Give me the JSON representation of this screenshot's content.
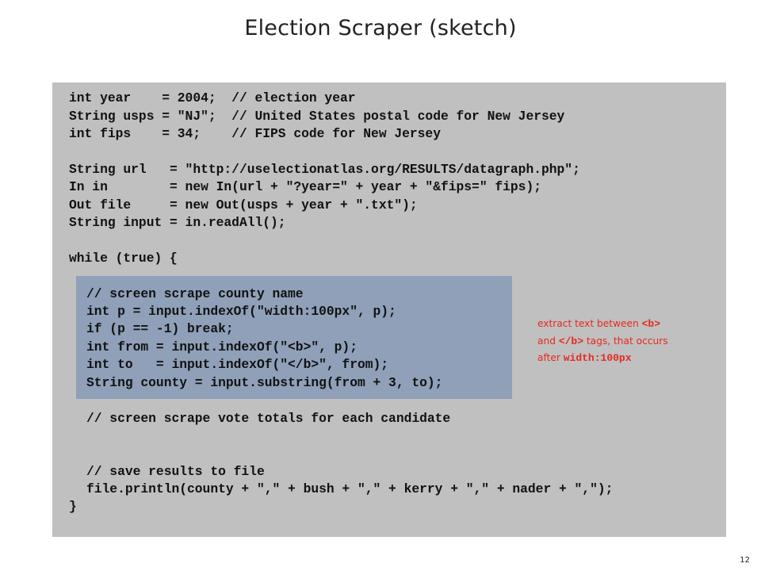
{
  "slide": {
    "title": "Election Scraper (sketch)",
    "page_number": "12"
  },
  "code": {
    "lines": [
      "int year    = 2004;  // election year",
      "String usps = \"NJ\";  // United States postal code for New Jersey",
      "int fips    = 34;    // FIPS code for New Jersey",
      "String url   = \"http://uselectionatlas.org/RESULTS/datagraph.php\";",
      "In in        = new In(url + \"?year=\" + year + \"&fips=\" fips);",
      "Out file     = new Out(usps + year + \".txt\");",
      "String input = in.readAll();",
      "while (true) {",
      "// screen scrape county name",
      "int p = input.indexOf(\"width:100px\", p);",
      "if (p == -1) break;",
      "int from = input.indexOf(\"<b>\", p);",
      "int to   = input.indexOf(\"</b>\", from);",
      "String county = input.substring(from + 3, to);",
      "// screen scrape vote totals for each candidate",
      "// save results to file",
      "file.println(county + \",\" + bush + \",\" + kerry + \",\" + nader + \",\");",
      "}"
    ]
  },
  "annotation": {
    "part1": "extract text between ",
    "tag_open": "<b>",
    "part2": "and ",
    "tag_close": "</b>",
    "part3": " tags, that occurs",
    "part4": "after ",
    "keyword": "width:100px"
  }
}
